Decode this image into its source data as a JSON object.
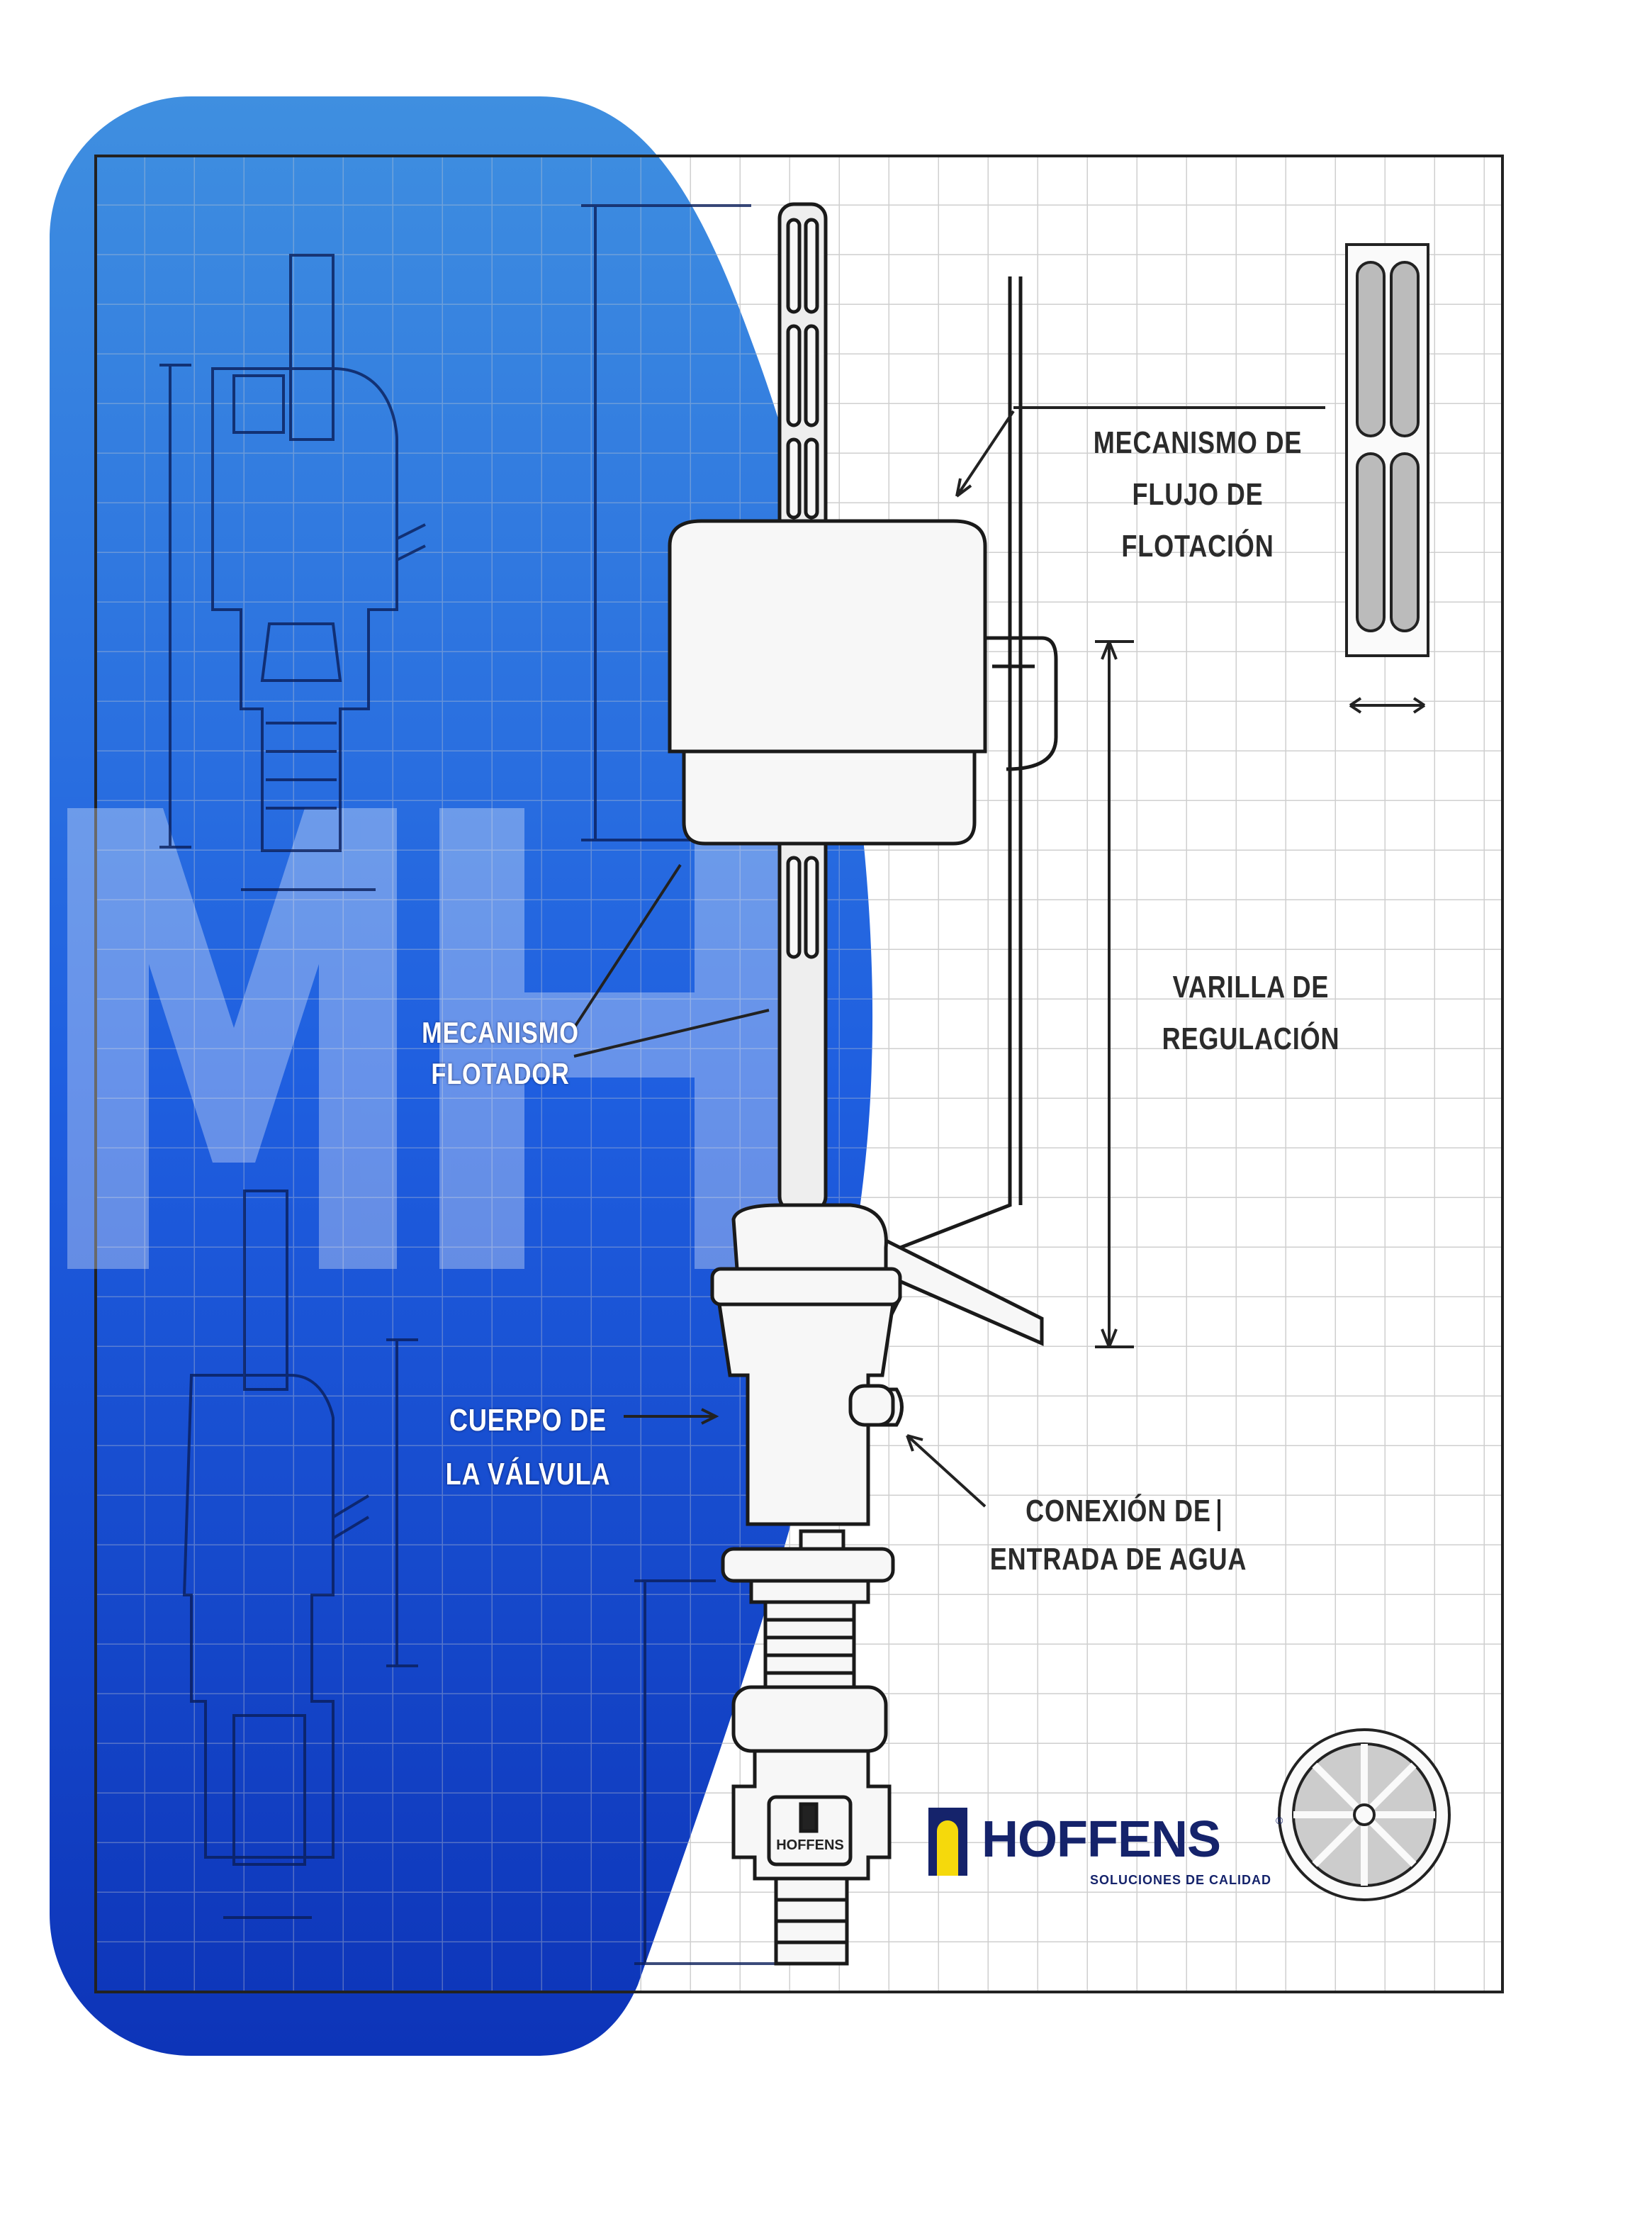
{
  "labels": {
    "flow_mechanism": [
      "MECANISMO DE",
      "FLUJO DE",
      "FLOTACIÓN"
    ],
    "regulation_rod": [
      "VARILLA DE",
      "REGULACIÓN"
    ],
    "float_mechanism": [
      "MECANISMO",
      "FLOTADOR"
    ],
    "valve_body": [
      "CUERPO DE",
      "LA VÁLVULA"
    ],
    "water_inlet": [
      "CONEXIÓN DE",
      "ENTRADA DE AGUA"
    ]
  },
  "logo": {
    "brand": "HOFFENS",
    "tagline": "SOLUCIONES DE CALIDAD",
    "registered": "®"
  },
  "product_stamp": "HOFFENS",
  "watermark": "MH",
  "colors": {
    "blue_top": "#3f8fe0",
    "blue_bottom": "#0d34b8",
    "brand_navy": "#15236b",
    "brand_yellow": "#f5d90c",
    "grid": "#cfcfcf"
  }
}
